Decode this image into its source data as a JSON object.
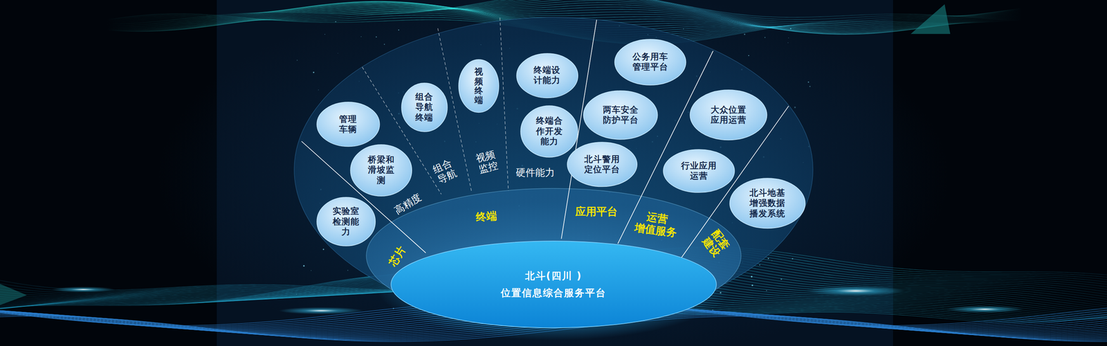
{
  "diagram": {
    "nodes": [
      {
        "text": [
          "高精度",
          "组合 导航",
          "视频 监控",
          "硬件能力"
        ]
      },
      {
        "text": [
          "管理 车辆"
        ],
        "in": 0
      },
      {
        "text": [
          "桥梁和 滑坡监 测"
        ],
        "in": 0
      },
      {
        "text": [
          "实验室 检测能 力"
        ],
        "in": 0
      },
      {
        "text": [
          "组合 导航 终端"
        ],
        "in": 0
      },
      {
        "text": [
          "视频终端"
        ],
        "in": 0
      },
      {
        "text": [
          "终端设 计能力"
        ],
        "in": 0
      },
      {
        "text": [
          "终端合 作开发 能力"
        ],
        "in": 0
      },
      {
        "text": [
          "公务用车 管理平台"
        ],
        "in": 0
      },
      {
        "text": [
          "两车安全 防护平台"
        ],
        "in": 0
      },
      {
        "text": [
          "北斗警用 定位平台"
        ],
        "in": 0
      },
      {
        "text": [
          "大众位置 应用运营"
        ],
        "in": 0
      },
      {
        "text": [
          "行业应用 运营"
        ],
        "in": 0
      },
      {
        "text": [
          "北斗地基 增强数据 播发系统"
        ],
        "in": 0
      },
      {
        "text": [
          "芯片",
          "终端",
          "应用平台",
          "运营 增值服务",
          "配套 建设"
        ],
        "in": 0
      },
      {
        "text": [
          "北斗(四川 )",
          "位置信息综合服务平台"
        ]
      }
    ]
  }
}
